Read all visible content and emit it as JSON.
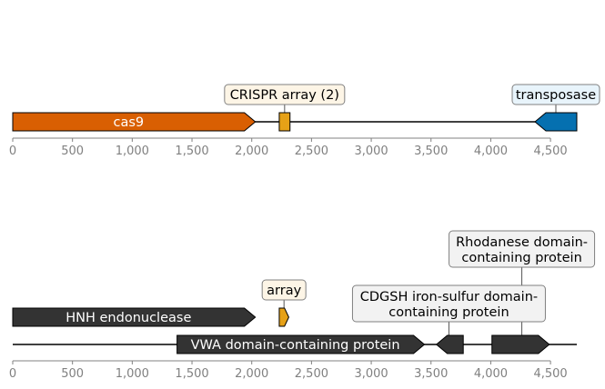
{
  "tracks": [
    {
      "axis": {
        "ticks": [
          0,
          500,
          1000,
          1500,
          2000,
          2500,
          3000,
          3500,
          4000,
          4500
        ],
        "tick_labels": [
          "0",
          "500",
          "1,000",
          "1,500",
          "2,000",
          "2,500",
          "3,000",
          "3,500",
          "4,000",
          "4,500"
        ],
        "length": 4720
      },
      "features": [
        {
          "id": "cas9",
          "label": "cas9",
          "start": 0,
          "end": 2030,
          "strand": 1,
          "color": "#d95f02",
          "text_color": "#ffffff",
          "kind": "arrow"
        },
        {
          "id": "crispr-array",
          "label": "",
          "start": 2230,
          "end": 2320,
          "strand": 0,
          "color": "#e6a117",
          "text_color": "#000000",
          "kind": "box"
        },
        {
          "id": "transposase",
          "label": "",
          "start": 4370,
          "end": 4720,
          "strand": -1,
          "color": "#0570b0",
          "text_color": "#ffffff",
          "kind": "arrow"
        }
      ],
      "callouts": [
        {
          "id": "crispr-array",
          "text": [
            "CRISPR array (2)"
          ],
          "bg": "#fdf5e6",
          "anchor": 2275
        },
        {
          "id": "transposase",
          "text": [
            "transposase"
          ],
          "bg": "#e8f4fb",
          "anchor": 4545
        }
      ]
    },
    {
      "axis": {
        "ticks": [
          0,
          500,
          1000,
          1500,
          2000,
          2500,
          3000,
          3500,
          4000,
          4500
        ],
        "tick_labels": [
          "0",
          "500",
          "1,000",
          "1,500",
          "2,000",
          "2,500",
          "3,000",
          "3,500",
          "4,000",
          "4,500"
        ],
        "length": 4720
      },
      "features": [
        {
          "id": "hnh",
          "label": "HNH endonuclease",
          "start": 0,
          "end": 2030,
          "strand": 1,
          "color": "#333333",
          "text_color": "#ffffff",
          "kind": "arrow",
          "level": 1
        },
        {
          "id": "array",
          "label": "",
          "start": 2230,
          "end": 2310,
          "strand": 1,
          "color": "#e6a117",
          "text_color": "#000000",
          "kind": "arrow",
          "level": 1
        },
        {
          "id": "vwa",
          "label": "VWA domain-containing protein",
          "start": 1375,
          "end": 3445,
          "strand": 1,
          "color": "#333333",
          "text_color": "#ffffff",
          "kind": "arrow",
          "level": 0
        },
        {
          "id": "cdgsh",
          "label": "",
          "start": 3545,
          "end": 3770,
          "strand": -1,
          "color": "#333333",
          "text_color": "#ffffff",
          "kind": "arrow",
          "level": 0
        },
        {
          "id": "rhodanese",
          "label": "",
          "start": 4010,
          "end": 4490,
          "strand": 1,
          "color": "#333333",
          "text_color": "#ffffff",
          "kind": "arrow",
          "level": 0
        }
      ],
      "callouts": [
        {
          "id": "array",
          "text": [
            "array"
          ],
          "bg": "#fdf5e6",
          "anchor": 2270
        },
        {
          "id": "cdgsh",
          "text": [
            "CDGSH iron-sulfur domain-",
            "containing protein"
          ],
          "bg": "#f2f2f2",
          "anchor": 3650
        },
        {
          "id": "rhodanese",
          "text": [
            "Rhodanese domain-",
            "containing protein"
          ],
          "bg": "#f2f2f2",
          "anchor": 4260
        }
      ]
    }
  ]
}
